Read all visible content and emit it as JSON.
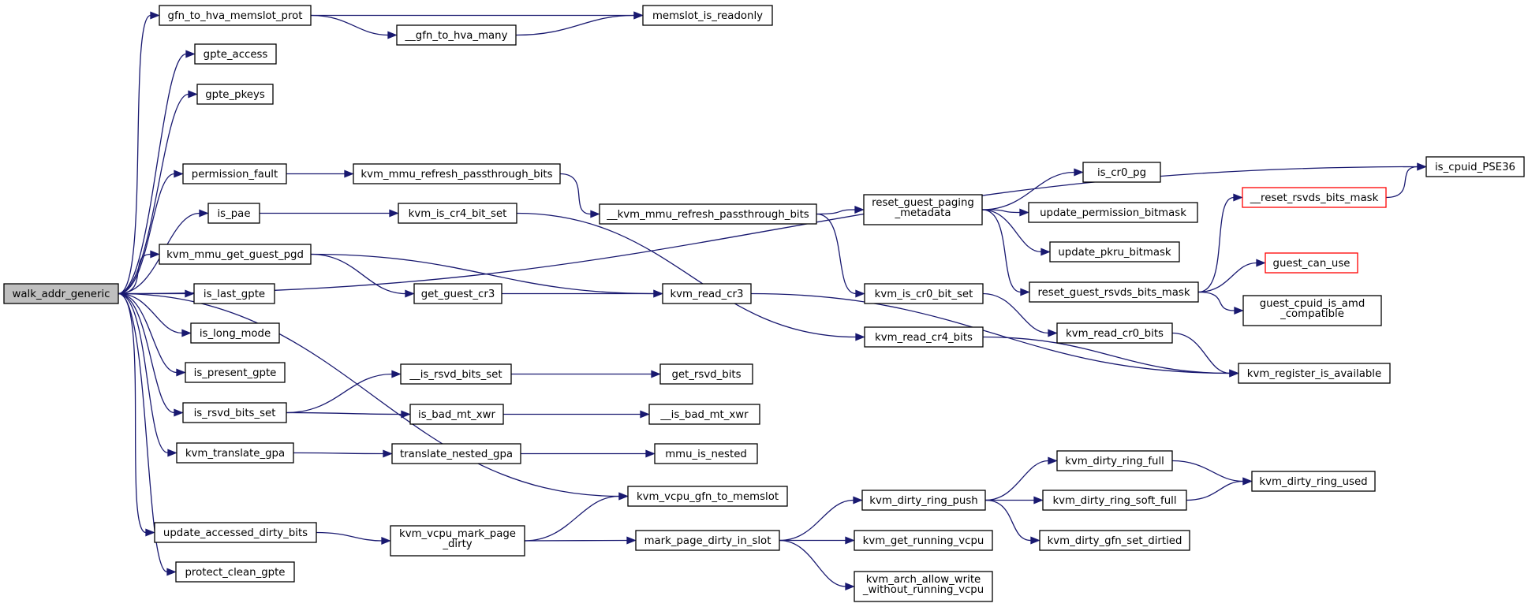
{
  "graph": {
    "colors": {
      "edge": "#191970",
      "root_fill": "#bfbfbf",
      "node_fill": "#ffffff",
      "node_border": "#000000",
      "truncated_border": "#ff0000"
    },
    "nodes": [
      {
        "id": "walk_addr_generic",
        "label": "walk_addr_generic",
        "root": true
      },
      {
        "id": "gfn_to_hva_memslot_prot",
        "label": "gfn_to_hva_memslot_prot"
      },
      {
        "id": "gpte_access",
        "label": "gpte_access"
      },
      {
        "id": "gpte_pkeys",
        "label": "gpte_pkeys"
      },
      {
        "id": "is_cpuid_PSE36",
        "label": "is_cpuid_PSE36"
      },
      {
        "id": "permission_fault",
        "label": "permission_fault"
      },
      {
        "id": "is_pae",
        "label": "is_pae"
      },
      {
        "id": "kvm_mmu_get_guest_pgd",
        "label": "kvm_mmu_get_guest_pgd"
      },
      {
        "id": "is_last_gpte",
        "label": "is_last_gpte"
      },
      {
        "id": "is_long_mode",
        "label": "is_long_mode"
      },
      {
        "id": "is_present_gpte",
        "label": "is_present_gpte"
      },
      {
        "id": "is_rsvd_bits_set",
        "label": "is_rsvd_bits_set"
      },
      {
        "id": "kvm_translate_gpa",
        "label": "kvm_translate_gpa"
      },
      {
        "id": "kvm_vcpu_gfn_to_memslot",
        "label": "kvm_vcpu_gfn_to_memslot"
      },
      {
        "id": "update_accessed_dirty_bits",
        "label": "update_accessed_dirty_bits"
      },
      {
        "id": "protect_clean_gpte",
        "label": "protect_clean_gpte"
      },
      {
        "id": "memslot_is_readonly",
        "label": "memslot_is_readonly"
      },
      {
        "id": "__gfn_to_hva_many",
        "label": "__gfn_to_hva_many"
      },
      {
        "id": "kvm_mmu_refresh_passthrough_bits",
        "label": "kvm_mmu_refresh_passthrough_bits"
      },
      {
        "id": "__kvm_mmu_refresh_passthrough_bits",
        "label": "__kvm_mmu_refresh_passthrough_bits"
      },
      {
        "id": "reset_guest_paging_metadata",
        "label": "reset_guest_paging\n_metadata"
      },
      {
        "id": "is_cr0_pg",
        "label": "is_cr0_pg"
      },
      {
        "id": "update_permission_bitmask",
        "label": "update_permission_bitmask"
      },
      {
        "id": "update_pkru_bitmask",
        "label": "update_pkru_bitmask"
      },
      {
        "id": "reset_guest_rsvds_bits_mask",
        "label": "reset_guest_rsvds_bits_mask"
      },
      {
        "id": "__reset_rsvds_bits_mask",
        "label": "__reset_rsvds_bits_mask",
        "truncated": true
      },
      {
        "id": "guest_can_use",
        "label": "guest_can_use",
        "truncated": true
      },
      {
        "id": "guest_cpuid_is_amd_compatible",
        "label": "guest_cpuid_is_amd\n_compatible"
      },
      {
        "id": "kvm_is_cr4_bit_set",
        "label": "kvm_is_cr4_bit_set"
      },
      {
        "id": "kvm_is_cr0_bit_set",
        "label": "kvm_is_cr0_bit_set"
      },
      {
        "id": "kvm_read_cr0_bits",
        "label": "kvm_read_cr0_bits"
      },
      {
        "id": "kvm_read_cr4_bits",
        "label": "kvm_read_cr4_bits"
      },
      {
        "id": "kvm_register_is_available",
        "label": "kvm_register_is_available"
      },
      {
        "id": "get_guest_cr3",
        "label": "get_guest_cr3"
      },
      {
        "id": "kvm_read_cr3",
        "label": "kvm_read_cr3"
      },
      {
        "id": "__is_rsvd_bits_set",
        "label": "__is_rsvd_bits_set"
      },
      {
        "id": "get_rsvd_bits",
        "label": "get_rsvd_bits"
      },
      {
        "id": "is_bad_mt_xwr",
        "label": "is_bad_mt_xwr"
      },
      {
        "id": "__is_bad_mt_xwr",
        "label": "__is_bad_mt_xwr"
      },
      {
        "id": "translate_nested_gpa",
        "label": "translate_nested_gpa"
      },
      {
        "id": "mmu_is_nested",
        "label": "mmu_is_nested"
      },
      {
        "id": "kvm_vcpu_mark_page_dirty",
        "label": "kvm_vcpu_mark_page\n_dirty"
      },
      {
        "id": "mark_page_dirty_in_slot",
        "label": "mark_page_dirty_in_slot"
      },
      {
        "id": "kvm_dirty_ring_push",
        "label": "kvm_dirty_ring_push"
      },
      {
        "id": "kvm_dirty_ring_full",
        "label": "kvm_dirty_ring_full"
      },
      {
        "id": "kvm_dirty_ring_soft_full",
        "label": "kvm_dirty_ring_soft_full"
      },
      {
        "id": "kvm_dirty_ring_used",
        "label": "kvm_dirty_ring_used"
      },
      {
        "id": "kvm_dirty_gfn_set_dirtied",
        "label": "kvm_dirty_gfn_set_dirtied"
      },
      {
        "id": "kvm_get_running_vcpu",
        "label": "kvm_get_running_vcpu"
      },
      {
        "id": "kvm_arch_allow_write_without_running_vcpu",
        "label": "kvm_arch_allow_write\n_without_running_vcpu"
      }
    ],
    "edges": [
      [
        "walk_addr_generic",
        "gfn_to_hva_memslot_prot"
      ],
      [
        "walk_addr_generic",
        "gpte_access"
      ],
      [
        "walk_addr_generic",
        "gpte_pkeys"
      ],
      [
        "walk_addr_generic",
        "is_cpuid_PSE36"
      ],
      [
        "walk_addr_generic",
        "permission_fault"
      ],
      [
        "walk_addr_generic",
        "is_pae"
      ],
      [
        "walk_addr_generic",
        "kvm_mmu_get_guest_pgd"
      ],
      [
        "walk_addr_generic",
        "is_last_gpte"
      ],
      [
        "walk_addr_generic",
        "is_long_mode"
      ],
      [
        "walk_addr_generic",
        "is_present_gpte"
      ],
      [
        "walk_addr_generic",
        "is_rsvd_bits_set"
      ],
      [
        "walk_addr_generic",
        "kvm_translate_gpa"
      ],
      [
        "walk_addr_generic",
        "kvm_vcpu_gfn_to_memslot"
      ],
      [
        "walk_addr_generic",
        "update_accessed_dirty_bits"
      ],
      [
        "walk_addr_generic",
        "protect_clean_gpte"
      ],
      [
        "gfn_to_hva_memslot_prot",
        "memslot_is_readonly"
      ],
      [
        "gfn_to_hva_memslot_prot",
        "__gfn_to_hva_many"
      ],
      [
        "__gfn_to_hva_many",
        "memslot_is_readonly"
      ],
      [
        "permission_fault",
        "kvm_mmu_refresh_passthrough_bits"
      ],
      [
        "kvm_mmu_refresh_passthrough_bits",
        "__kvm_mmu_refresh_passthrough_bits"
      ],
      [
        "__kvm_mmu_refresh_passthrough_bits",
        "reset_guest_paging_metadata"
      ],
      [
        "__kvm_mmu_refresh_passthrough_bits",
        "kvm_is_cr0_bit_set"
      ],
      [
        "reset_guest_paging_metadata",
        "is_cr0_pg"
      ],
      [
        "reset_guest_paging_metadata",
        "update_permission_bitmask"
      ],
      [
        "reset_guest_paging_metadata",
        "update_pkru_bitmask"
      ],
      [
        "reset_guest_paging_metadata",
        "reset_guest_rsvds_bits_mask"
      ],
      [
        "reset_guest_rsvds_bits_mask",
        "__reset_rsvds_bits_mask"
      ],
      [
        "reset_guest_rsvds_bits_mask",
        "guest_can_use"
      ],
      [
        "reset_guest_rsvds_bits_mask",
        "guest_cpuid_is_amd_compatible"
      ],
      [
        "__reset_rsvds_bits_mask",
        "is_cpuid_PSE36"
      ],
      [
        "is_pae",
        "kvm_is_cr4_bit_set"
      ],
      [
        "kvm_is_cr4_bit_set",
        "kvm_read_cr4_bits"
      ],
      [
        "kvm_is_cr0_bit_set",
        "kvm_read_cr0_bits"
      ],
      [
        "kvm_read_cr0_bits",
        "kvm_register_is_available"
      ],
      [
        "kvm_read_cr4_bits",
        "kvm_register_is_available"
      ],
      [
        "kvm_mmu_get_guest_pgd",
        "get_guest_cr3"
      ],
      [
        "kvm_mmu_get_guest_pgd",
        "kvm_read_cr3"
      ],
      [
        "get_guest_cr3",
        "kvm_read_cr3"
      ],
      [
        "kvm_read_cr3",
        "kvm_register_is_available"
      ],
      [
        "is_rsvd_bits_set",
        "__is_rsvd_bits_set"
      ],
      [
        "is_rsvd_bits_set",
        "is_bad_mt_xwr"
      ],
      [
        "__is_rsvd_bits_set",
        "get_rsvd_bits"
      ],
      [
        "is_bad_mt_xwr",
        "__is_bad_mt_xwr"
      ],
      [
        "kvm_translate_gpa",
        "translate_nested_gpa"
      ],
      [
        "translate_nested_gpa",
        "mmu_is_nested"
      ],
      [
        "update_accessed_dirty_bits",
        "kvm_vcpu_mark_page_dirty"
      ],
      [
        "kvm_vcpu_mark_page_dirty",
        "kvm_vcpu_gfn_to_memslot"
      ],
      [
        "kvm_vcpu_mark_page_dirty",
        "mark_page_dirty_in_slot"
      ],
      [
        "mark_page_dirty_in_slot",
        "kvm_dirty_ring_push"
      ],
      [
        "mark_page_dirty_in_slot",
        "kvm_get_running_vcpu"
      ],
      [
        "mark_page_dirty_in_slot",
        "kvm_arch_allow_write_without_running_vcpu"
      ],
      [
        "kvm_dirty_ring_push",
        "kvm_dirty_ring_full"
      ],
      [
        "kvm_dirty_ring_push",
        "kvm_dirty_ring_soft_full"
      ],
      [
        "kvm_dirty_ring_push",
        "kvm_dirty_gfn_set_dirtied"
      ],
      [
        "kvm_dirty_ring_full",
        "kvm_dirty_ring_used"
      ],
      [
        "kvm_dirty_ring_soft_full",
        "kvm_dirty_ring_used"
      ]
    ]
  }
}
